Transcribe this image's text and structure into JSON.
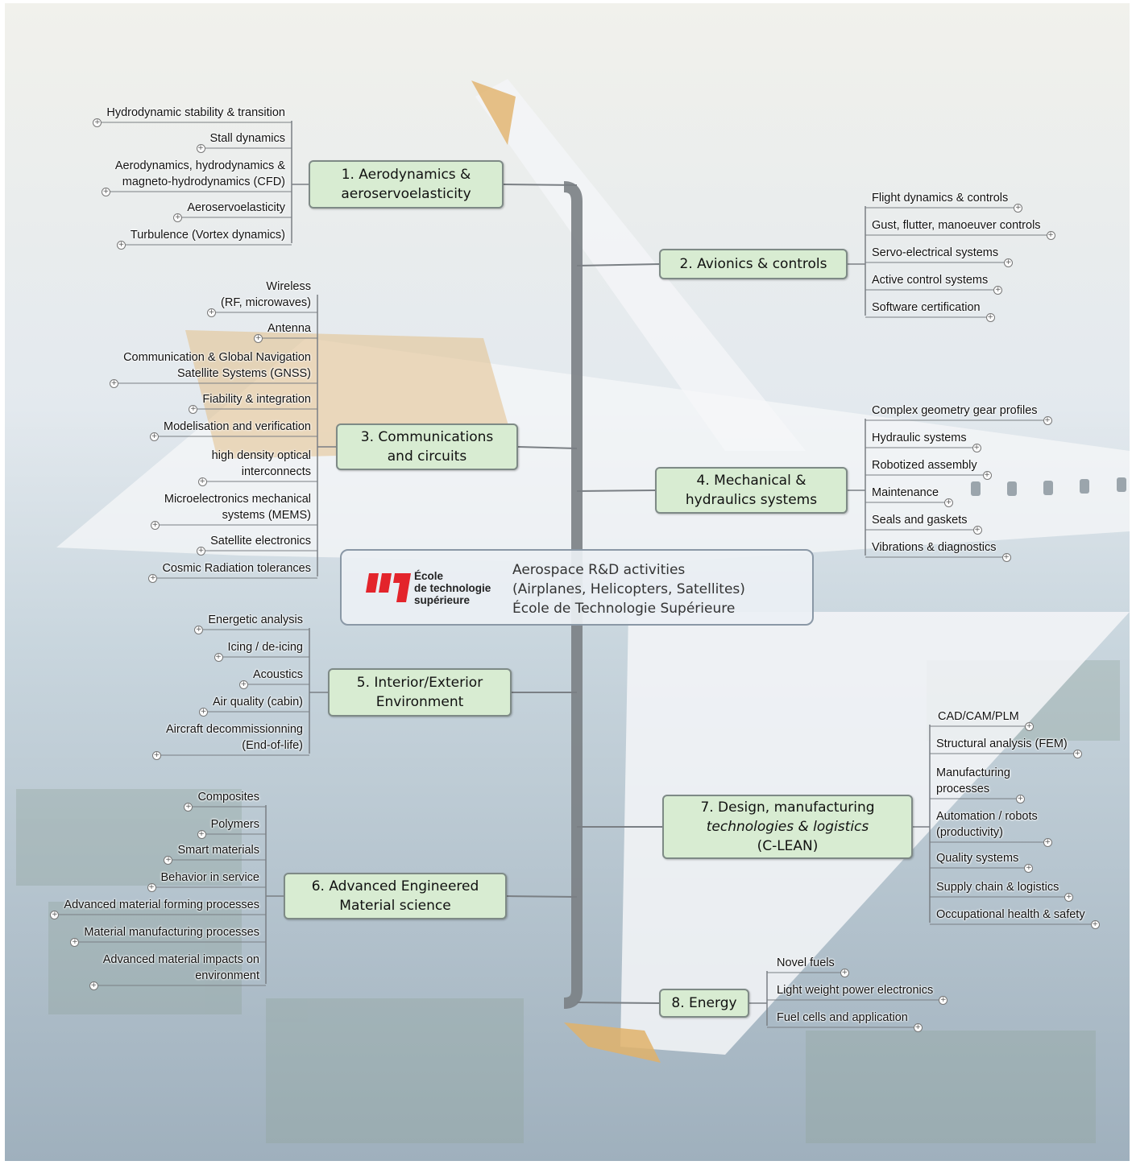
{
  "center": {
    "logo_lines": [
      "École",
      "de technologie",
      "supérieure"
    ],
    "title_lines": [
      "Aerospace R&D activities",
      "(Airplanes, Helicopters, Satellites)",
      "École de Technologie Supérieure"
    ]
  },
  "topics": [
    {
      "lines": [
        "1. Aerodynamics &",
        "aeroservoelasticity"
      ],
      "children": [
        [
          "Hydrodynamic stability & transition"
        ],
        [
          "Stall dynamics"
        ],
        [
          "Aerodynamics, hydrodynamics &",
          "magneto-hydrodynamics (CFD)"
        ],
        [
          "Aeroservoelasticity"
        ],
        [
          "Turbulence (Vortex dynamics)"
        ]
      ]
    },
    {
      "lines": [
        "2. Avionics & controls"
      ],
      "children": [
        [
          "Flight dynamics & controls"
        ],
        [
          "Gust, flutter, manoeuver controls"
        ],
        [
          "Servo-electrical systems"
        ],
        [
          "Active control systems"
        ],
        [
          "Software certification"
        ]
      ]
    },
    {
      "lines": [
        "3. Communications",
        "and circuits"
      ],
      "children": [
        [
          "Wireless",
          "(RF, microwaves)"
        ],
        [
          "Antenna"
        ],
        [
          "Communication & Global Navigation",
          "Satellite Systems (GNSS)"
        ],
        [
          "Fiability & integration"
        ],
        [
          "Modelisation and verification"
        ],
        [
          "high density optical",
          "interconnects"
        ],
        [
          "Microelectronics mechanical",
          "systems (MEMS)"
        ],
        [
          "Satellite electronics"
        ],
        [
          "Cosmic Radiation tolerances"
        ]
      ]
    },
    {
      "lines": [
        "4. Mechanical &",
        "hydraulics systems"
      ],
      "children": [
        [
          "Complex geometry gear profiles"
        ],
        [
          "Hydraulic systems"
        ],
        [
          "Robotized assembly"
        ],
        [
          "Maintenance"
        ],
        [
          "Seals and gaskets"
        ],
        [
          "Vibrations & diagnostics"
        ]
      ]
    },
    {
      "lines": [
        "5. Interior/Exterior",
        "Environment"
      ],
      "children": [
        [
          "Energetic analysis"
        ],
        [
          "Icing / de-icing"
        ],
        [
          "Acoustics"
        ],
        [
          "Air quality (cabin)"
        ],
        [
          "Aircraft decommissionning",
          "(End-of-life)"
        ]
      ]
    },
    {
      "lines": [
        "6. Advanced Engineered",
        "Material science"
      ],
      "children": [
        [
          "Composites"
        ],
        [
          "Polymers"
        ],
        [
          "Smart materials"
        ],
        [
          "Behavior in service"
        ],
        [
          "Advanced material forming processes"
        ],
        [
          "Material manufacturing processes"
        ],
        [
          "Advanced material impacts on",
          "environment"
        ]
      ]
    },
    {
      "lines": [
        "7. Design, manufacturing",
        "technologies & logistics",
        "(C-LEAN)"
      ],
      "children": [
        [
          "CAD/CAM/PLM"
        ],
        [
          "Structural analysis (FEM)"
        ],
        [
          "Manufacturing",
          "processes"
        ],
        [
          "Automation / robots",
          "(productivity)"
        ],
        [
          "Quality systems"
        ],
        [
          "Supply chain & logistics"
        ],
        [
          "Occupational health & safety"
        ]
      ]
    },
    {
      "lines": [
        "8. Energy"
      ],
      "children": [
        [
          "Novel fuels"
        ],
        [
          "Light weight power electronics"
        ],
        [
          "Fuel cells and application"
        ]
      ]
    }
  ]
}
